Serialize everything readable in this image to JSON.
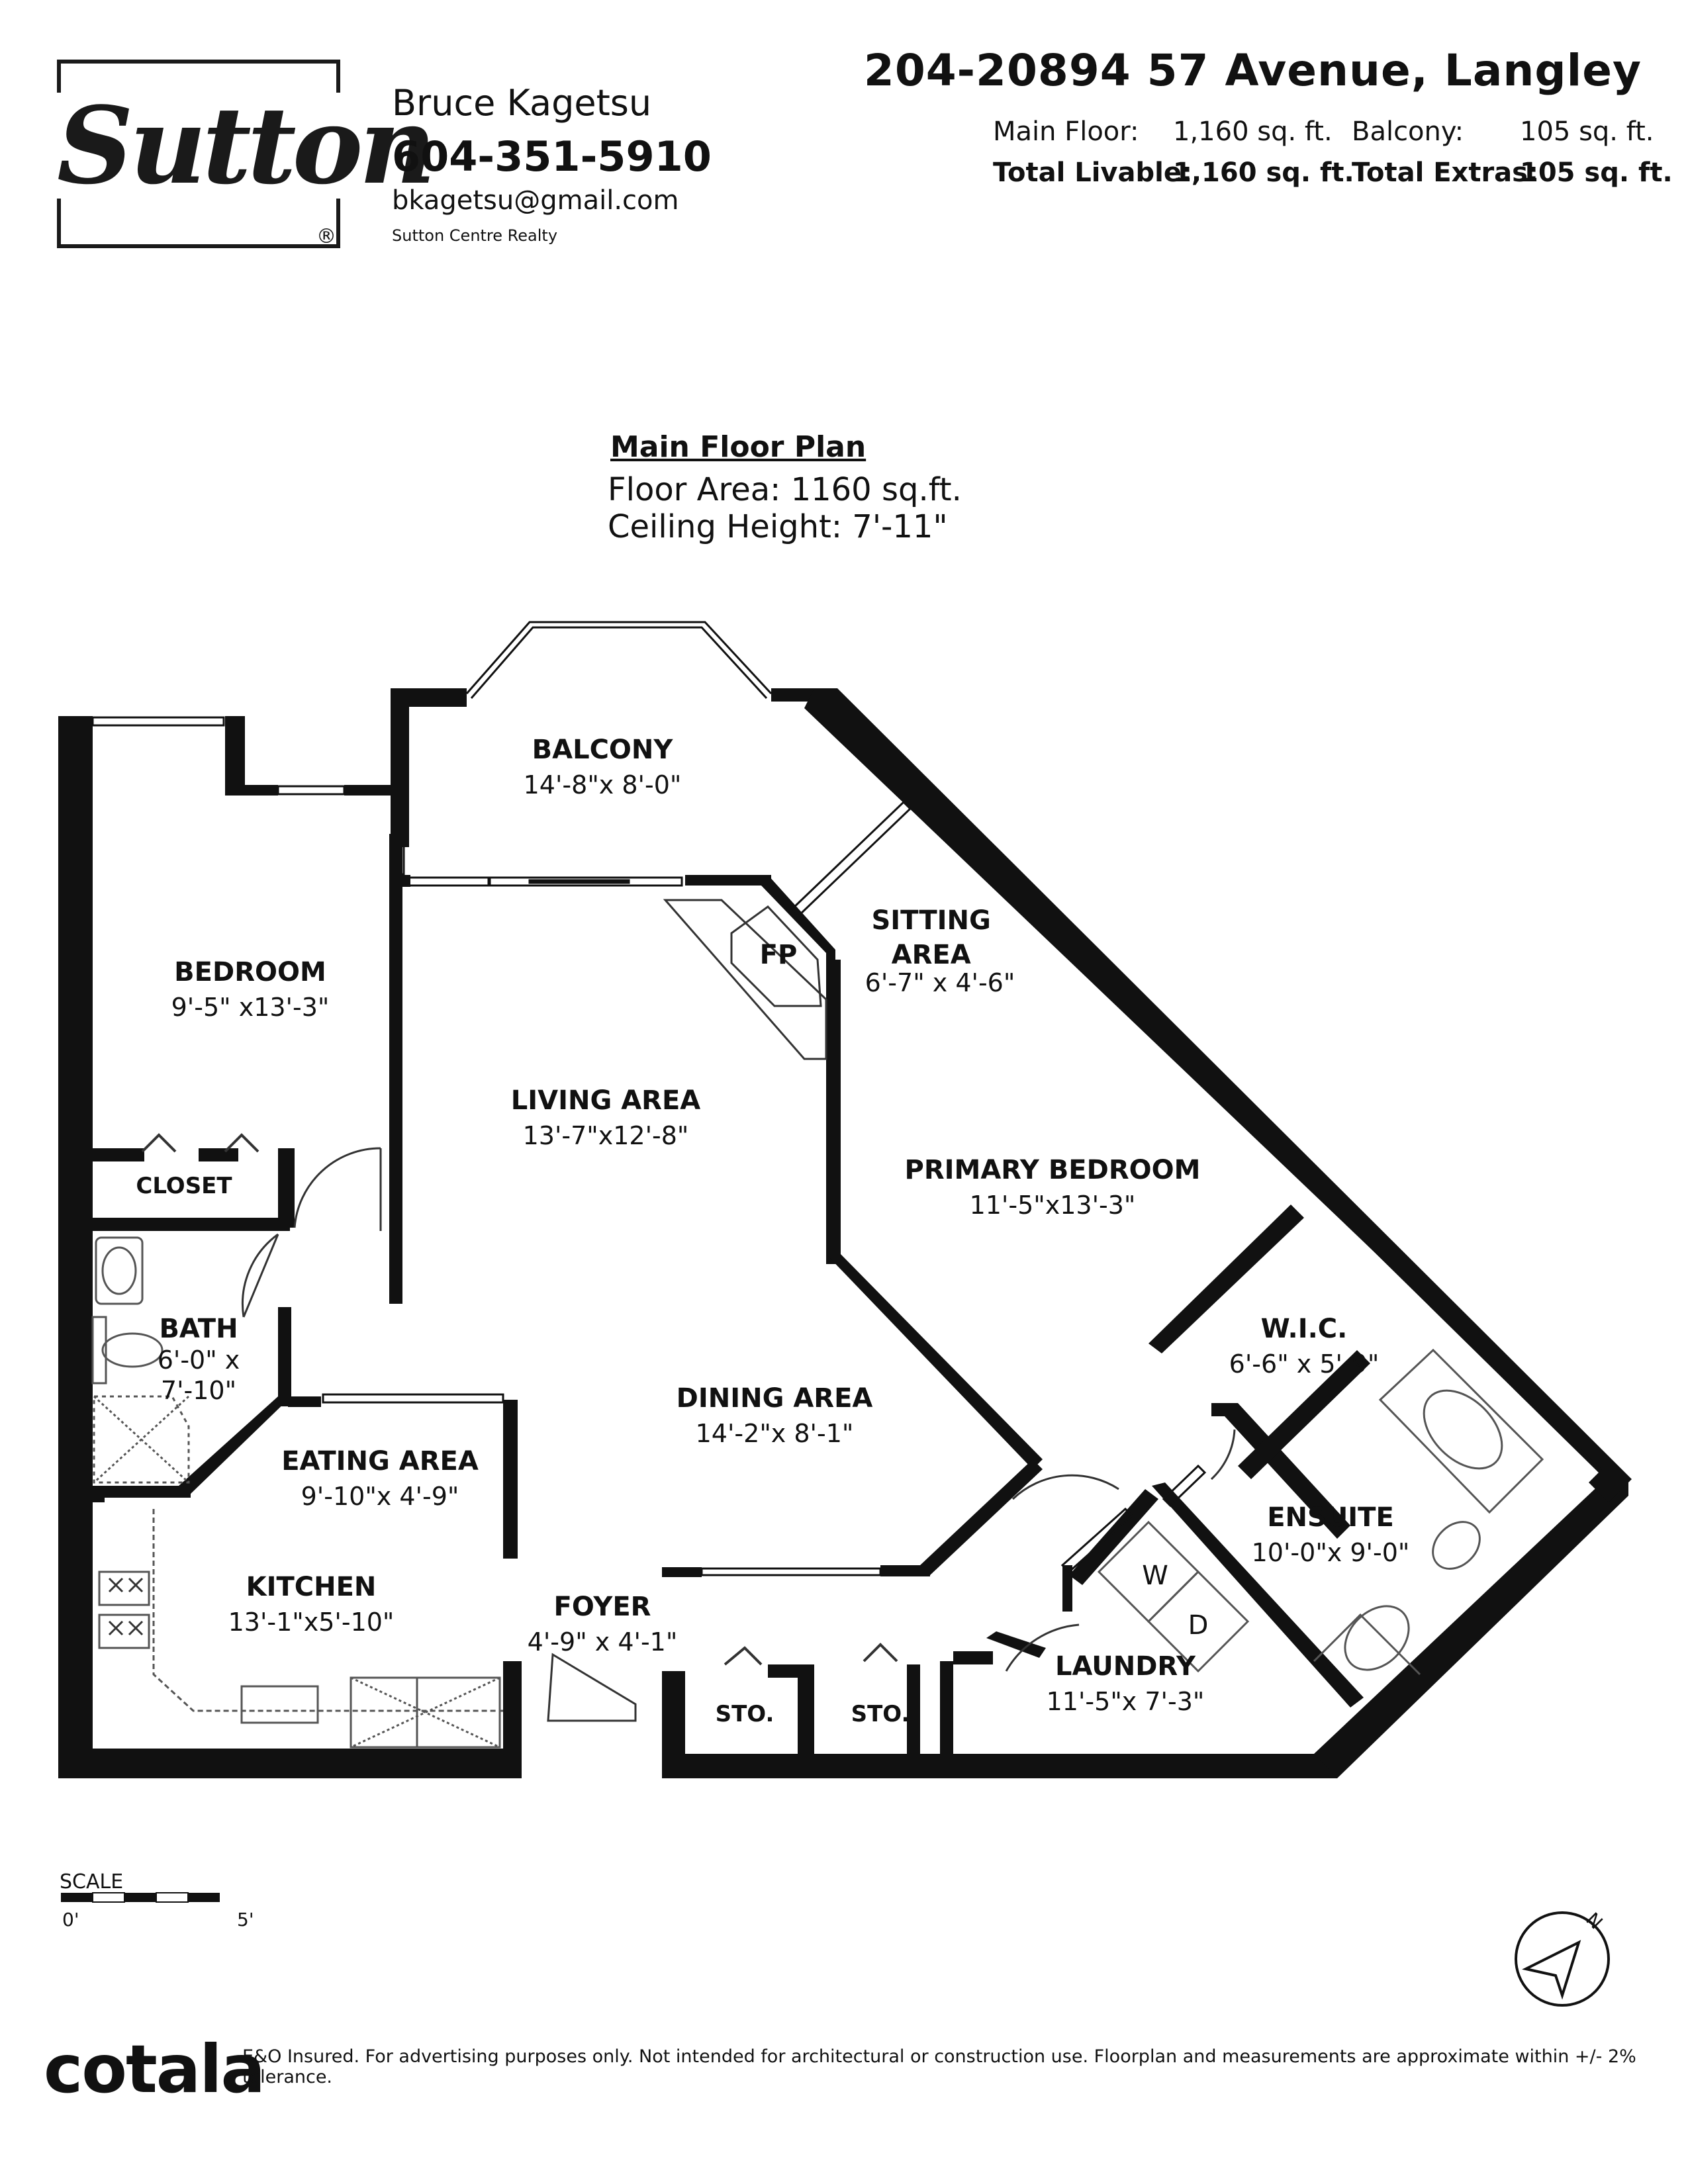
{
  "brand": {
    "logo_text": "Sutton",
    "registered_mark": "®"
  },
  "agent": {
    "name": "Bruce Kagetsu",
    "phone": "604-351-5910",
    "email": "bkagetsu@gmail.com",
    "office": "Sutton Centre Realty"
  },
  "listing": {
    "address": "204-20894 57 Avenue, Langley",
    "main_floor_label": "Main Floor:",
    "main_floor_value": "1,160 sq. ft.",
    "balcony_label": "Balcony:",
    "balcony_value": "105 sq. ft.",
    "total_livable_label": "Total Livable:",
    "total_livable_value": "1,160 sq. ft.",
    "total_extras_label": "Total Extras:",
    "total_extras_value": "105 sq. ft."
  },
  "plan": {
    "title": "Main Floor Plan",
    "floor_area": "Floor Area: 1160 sq.ft.",
    "ceiling_height": "Ceiling Height: 7'-11\""
  },
  "rooms": {
    "balcony": {
      "name": "BALCONY",
      "dims": "14'-8\"x 8'-0\""
    },
    "bedroom": {
      "name": "BEDROOM",
      "dims": "9'-5\" x13'-3\""
    },
    "sitting": {
      "name": "SITTING AREA",
      "dims": "6'-7\" x 4'-6\""
    },
    "fp": {
      "name": "FP"
    },
    "living": {
      "name": "LIVING AREA",
      "dims": "13'-7\"x12'-8\""
    },
    "primary": {
      "name": "PRIMARY BEDROOM",
      "dims": "11'-5\"x13'-3\""
    },
    "closet": {
      "name": "CLOSET"
    },
    "bath": {
      "name": "BATH",
      "dims": "6'-0\" x",
      "dims2": "7'-10\""
    },
    "wic": {
      "name": "W.I.C.",
      "dims": "6'-6\" x 5'-9\""
    },
    "dining": {
      "name": "DINING AREA",
      "dims": "14'-2\"x 8'-1\""
    },
    "eating": {
      "name": "EATING AREA",
      "dims": "9'-10\"x 4'-9\""
    },
    "ensuite": {
      "name": "ENSUITE",
      "dims": "10'-0\"x 9'-0\""
    },
    "kitchen": {
      "name": "KITCHEN",
      "dims": "13'-1\"x5'-10\""
    },
    "foyer": {
      "name": "FOYER",
      "dims": "4'-9\" x 4'-1\""
    },
    "laundry": {
      "name": "LAUNDRY",
      "dims": "11'-5\"x 7'-3\""
    },
    "sto1": {
      "name": "STO."
    },
    "sto2": {
      "name": "STO."
    },
    "washer": {
      "name": "W"
    },
    "dryer": {
      "name": "D"
    }
  },
  "scale": {
    "label": "SCALE",
    "start": "0'",
    "end": "5'"
  },
  "compass": {
    "label": "N"
  },
  "footer": {
    "logo": "cotala",
    "disclaimer": "E&O Insured. For advertising purposes only. Not intended for architectural or construction use. Floorplan and measurements are approximate within +/- 2% tolerance."
  },
  "colors": {
    "wall": "#111111",
    "background": "#ffffff",
    "fixture": "#555555"
  }
}
